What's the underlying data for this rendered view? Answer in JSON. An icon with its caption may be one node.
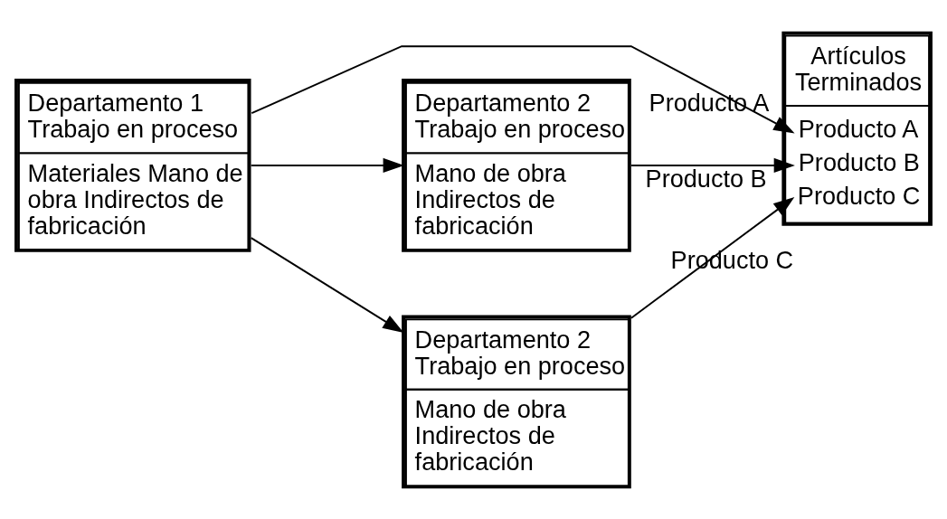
{
  "diagram": {
    "nodes": [
      {
        "text": [
          "Departamento 1 Trabajo en proceso",
          "Materiales Mano de obra Indirectos de fabricación"
        ]
      },
      {
        "text": [
          "Departamento 2 Trabajo en proceso",
          "Mano de obra Indirectos de fabricación"
        ]
      },
      {
        "text": [
          "Departamento 2 Trabajo en proceso",
          "Mano de obra Indirectos de fabricación"
        ]
      },
      {
        "text": [
          "Artículos Terminados",
          "Producto A",
          "Producto B",
          "Producto C"
        ]
      }
    ],
    "edges": [
      {
        "from": 0,
        "to": 3,
        "arrow": "to",
        "label": "Producto A"
      },
      {
        "from": 0,
        "to": 1,
        "arrow": "to"
      },
      {
        "from": 0,
        "to": 2,
        "arrow": "to"
      },
      {
        "from": 1,
        "to": 3,
        "arrow": "to",
        "label": "Producto B"
      },
      {
        "from": 2,
        "to": 3,
        "arrow": "to",
        "label": "Producto C"
      }
    ]
  }
}
